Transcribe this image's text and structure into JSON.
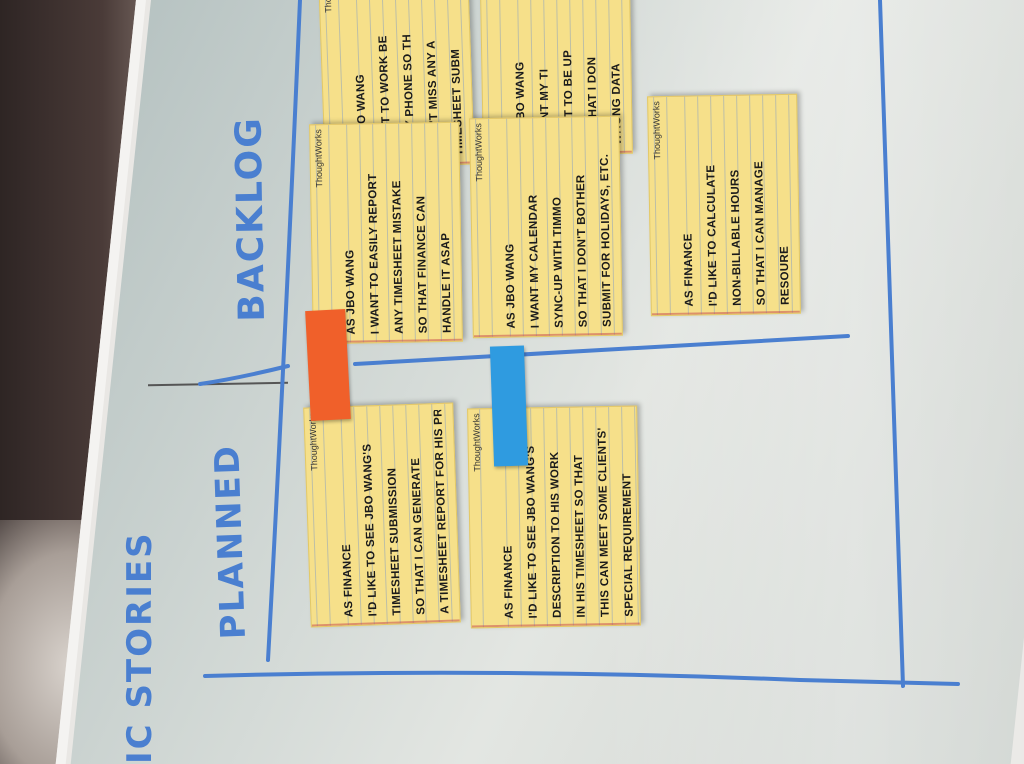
{
  "brand": "ThoughtWorks",
  "colors": {
    "marker": "#4a7fd0",
    "card": "#f6e08a",
    "tape_orange": "#f0602a",
    "tape_blue": "#2f9be0"
  },
  "labels": {
    "backlog": "BACKLOG",
    "planned": "PLANNED",
    "stories": "IC STORIES"
  },
  "cards": [
    {
      "brand": "ThoughtWorks",
      "lines": [
        "AS JBO WANG",
        "I WANT TO WORK BE",
        "BY MY PHONE SO TH",
        "I DON'T MISS ANY A",
        "TIMESHEET SUBM"
      ]
    },
    {
      "brand": "",
      "lines": [
        "AS JBO WANG",
        "I WANT MY TI",
        "INPUT TO BE UP",
        "SO THAT I DON",
        "WRONG DATA"
      ]
    },
    {
      "brand": "ThoughtWorks",
      "lines": [
        "AS JBO WANG",
        "I WANT TO EASILY REPORT",
        "ANY TIMESHEET MISTAKE",
        "SO THAT FINANCE CAN",
        "HANDLE IT ASAP"
      ]
    },
    {
      "brand": "ThoughtWorks",
      "lines": [
        "AS JBO WANG",
        "I WANT MY CALENDAR",
        "SYNC-UP WITH TIMMO",
        "SO THAT I DON'T BOTHER",
        "SUBMIT FOR HOLIDAYS, ETC."
      ]
    },
    {
      "brand": "ThoughtWorks",
      "lines": [
        "AS FINANCE",
        "I'D LIKE TO CALCULATE",
        "NON-BILLABLE HOURS",
        "SO THAT I CAN MANAGE",
        "RESOURE"
      ]
    },
    {
      "brand": "ThoughtWorks",
      "lines": [
        "AS FINANCE",
        "I'D LIKE TO SEE JBO WANG'S",
        "TIMESHEET SUBMISSION",
        "SO THAT I CAN GENERATE",
        "A TIMESHEET REPORT FOR HIS PROJ"
      ]
    },
    {
      "brand": "ThoughtWorks",
      "lines": [
        "AS FINANCE",
        "I'D LIKE TO SEE JBO WANG'S",
        "DESCRIPTION TO HIS WORK",
        "IN HIS TIMESHEET SO THAT",
        "THIS CAN MEET SOME CLIENTS'",
        "SPECIAL REQUIREMENT"
      ]
    }
  ]
}
